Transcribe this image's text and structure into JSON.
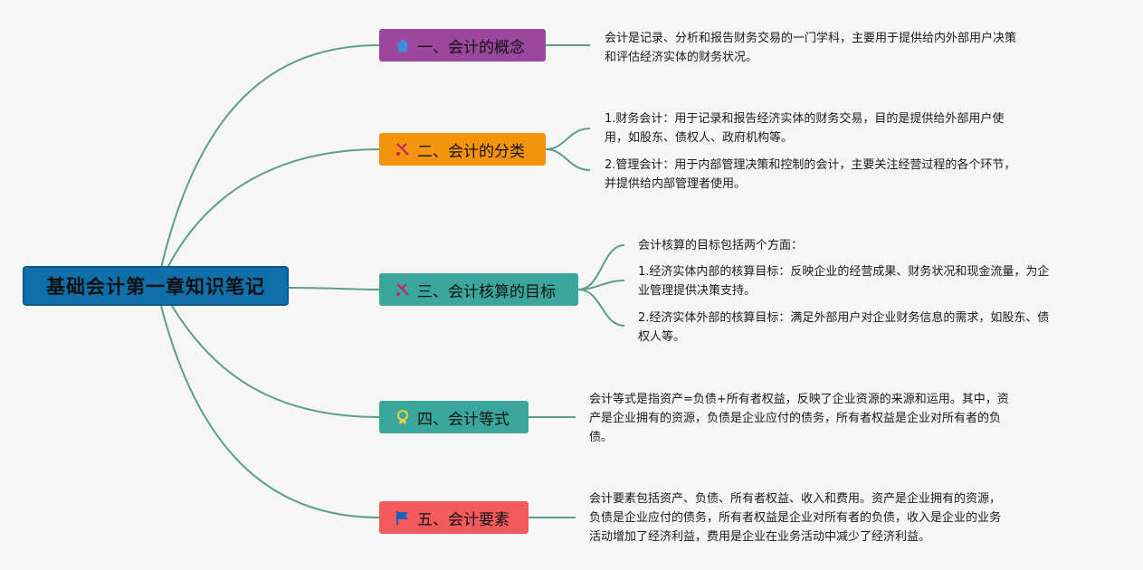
{
  "root": {
    "title": "基础会计第一章知识笔记"
  },
  "branches": [
    {
      "label": "一、会计的概念",
      "icon": "house-icon"
    },
    {
      "label": "二、会计的分类",
      "icon": "tools-icon"
    },
    {
      "label": "三、会计核算的目标",
      "icon": "tools-icon"
    },
    {
      "label": "四、会计等式",
      "icon": "award-icon"
    },
    {
      "label": "五、会计要素",
      "icon": "flag-icon"
    }
  ],
  "notes": {
    "concept": "会计是记录、分析和报告财务交易的一门学科，主要用于提供给内外部用户决策\n和评估经济实体的财务状况。",
    "classification_1": "1.财务会计：用于记录和报告经济实体的财务交易，目的是提供给外部用户使\n用，如股东、债权人、政府机构等。",
    "classification_2": "2.管理会计：用于内部管理决策和控制的会计，主要关注经营过程的各个环节，\n并提供给内部管理者使用。",
    "goal_intro": "会计核算的目标包括两个方面：",
    "goal_1": "1.经济实体内部的核算目标：反映企业的经营成果、财务状况和现金流量，为企\n业管理提供决策支持。",
    "goal_2": "2.经济实体外部的核算目标：满足外部用户对企业财务信息的需求，如股东、债\n权人等。",
    "equation": "会计等式是指资产=负债+所有者权益，反映了企业资源的来源和运用。其中，资\n产是企业拥有的资源，负债是企业应付的债务，所有者权益是企业对所有者的负\n债。",
    "elements": "会计要素包括资产、负债、所有者权益、收入和费用。资产是企业拥有的资源，\n负债是企业应付的债务，所有者权益是企业对所有者的负债，收入是企业的业务\n活动增加了经济利益，费用是企业在业务活动中减少了经济利益。"
  },
  "colors": {
    "root": "#0f6fa8",
    "concept": "#9b479e",
    "classification": "#f4940c",
    "goal": "#3aa69c",
    "equation": "#3aa69c",
    "elements": "#f25a5c",
    "connector": "#5a9e8e"
  }
}
